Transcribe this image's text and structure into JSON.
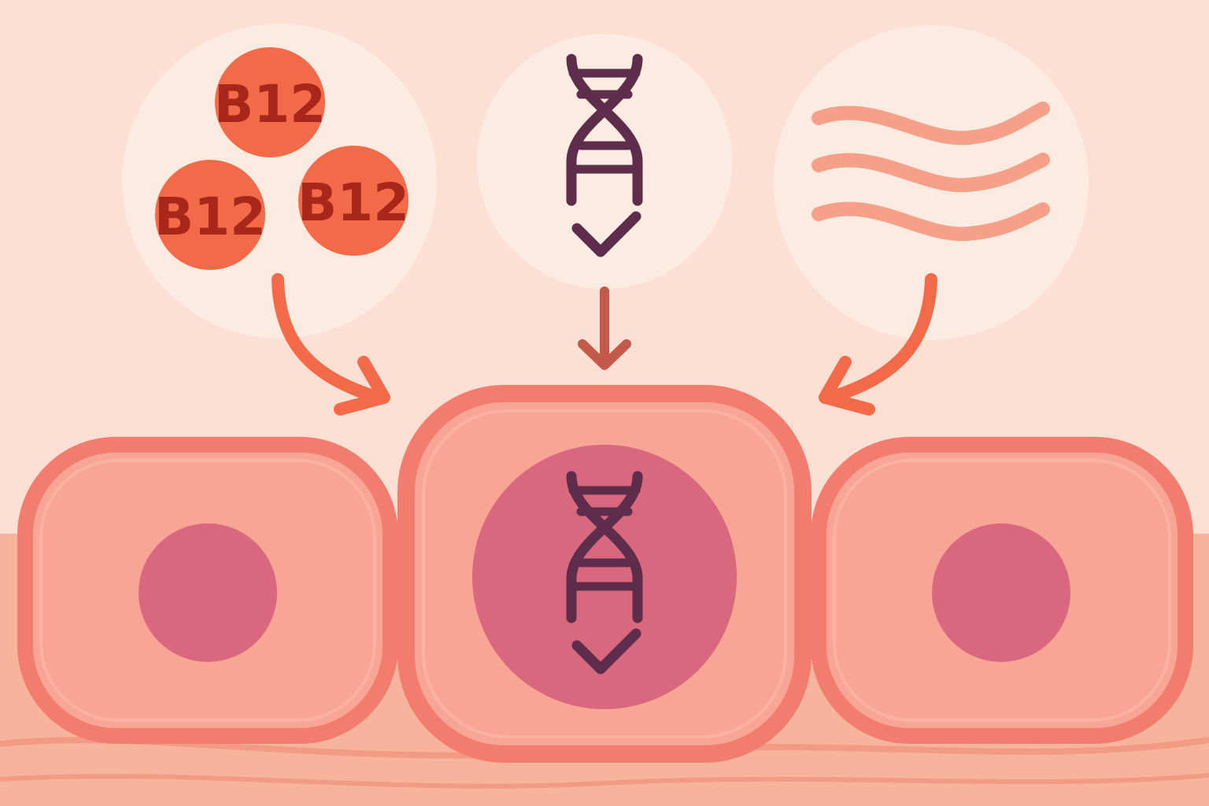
{
  "labels": {
    "b12_a": "B12",
    "b12_b": "B12",
    "b12_c": "B12"
  },
  "icons": [
    "b12-molecule-icon",
    "dna-check-icon",
    "wave-lines-icon",
    "arrow-icon",
    "cell-icon",
    "nucleus-icon"
  ],
  "colors": {
    "background_top": "#fbe0d3",
    "background_bottom": "#f7b49c",
    "bubble": "#fcebe0",
    "b12": "#f26a47",
    "b12_text": "#a8261a",
    "dna": "#5e2d4c",
    "wave": "#f6a08a",
    "arrow": "#f26a47",
    "cell_fill": "#f9a596",
    "cell_border": "#f27c6e",
    "nucleus": "#d9687f"
  }
}
